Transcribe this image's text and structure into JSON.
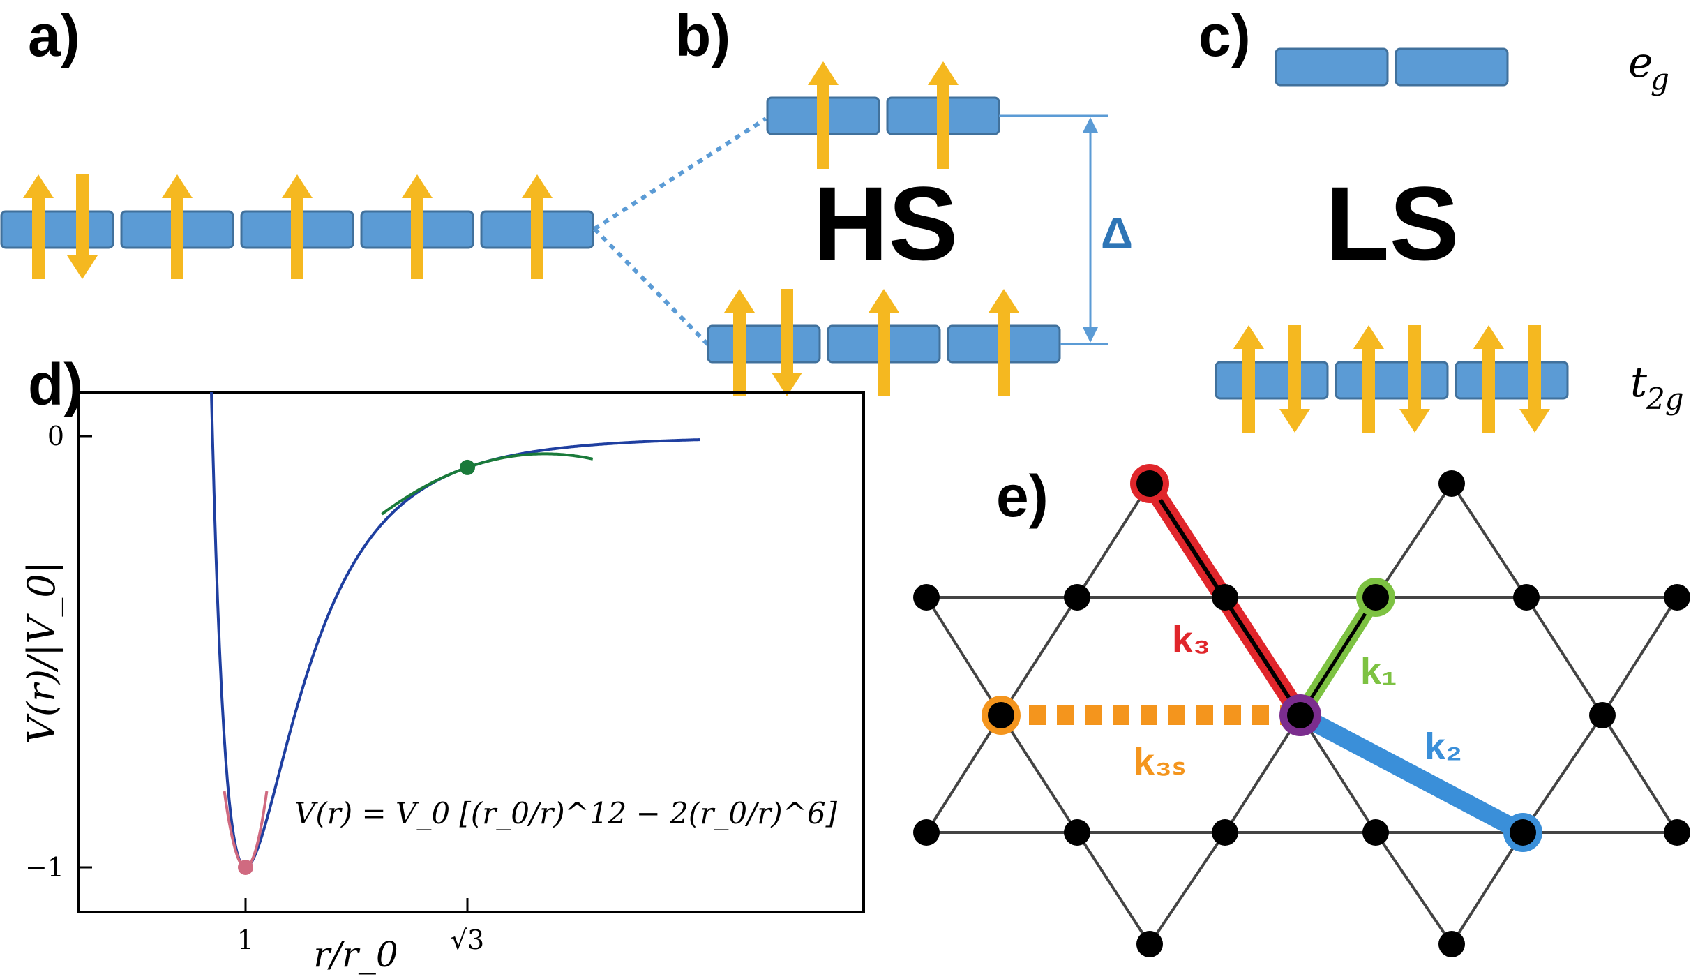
{
  "panels": {
    "a": {
      "label": "a)"
    },
    "b": {
      "label": "b)",
      "state": "HS",
      "gap": "Δ"
    },
    "c": {
      "label": "c)",
      "state": "LS",
      "upper_level": "e_g",
      "lower_level": "t_2g"
    },
    "d": {
      "label": "d)",
      "ylabel": "V(r)/|V_0|",
      "xlabel": "r/r_0",
      "yticks": [
        "0",
        "−1"
      ],
      "xticks": [
        "1",
        "√3"
      ],
      "formula": "V(r) = V_0 [(r_0/r)^12 − 2(r_0/r)^6]"
    },
    "e": {
      "label": "e)",
      "bonds": [
        {
          "id": "k1",
          "label": "k₁",
          "color": "#7dc242"
        },
        {
          "id": "k2",
          "label": "k₂",
          "color": "#3a8fd9"
        },
        {
          "id": "k3",
          "label": "k₃",
          "color": "#e0262b"
        },
        {
          "id": "k3s",
          "label": "k₃ₛ",
          "color": "#f4951d"
        }
      ],
      "center_color": "#7b2d8e"
    }
  },
  "colors": {
    "orbital_fill": "#5b9bd5",
    "orbital_stroke": "#41719c",
    "spin_arrow": "#f5b820",
    "connector": "#5b9bd5",
    "lj_curve": "#1f3fa0",
    "harmonic_fit": "#d06a80",
    "tangent_fit": "#1a7a3a"
  },
  "chart_data": {
    "type": "line",
    "xlabel": "r/r_0",
    "ylabel": "V(r)/|V_0|",
    "xticks": [
      "1",
      "√3"
    ],
    "yticks": [
      "0",
      "−1"
    ],
    "ylim": [
      -1,
      0
    ],
    "series": [
      {
        "values": "V(r)/|V_0| = (1/x)^12 − 2(1/x)^6"
      }
    ],
    "points": [
      {
        "x": 1,
        "y": -1
      },
      {
        "x": 1.732,
        "y": -0.0396
      }
    ]
  }
}
